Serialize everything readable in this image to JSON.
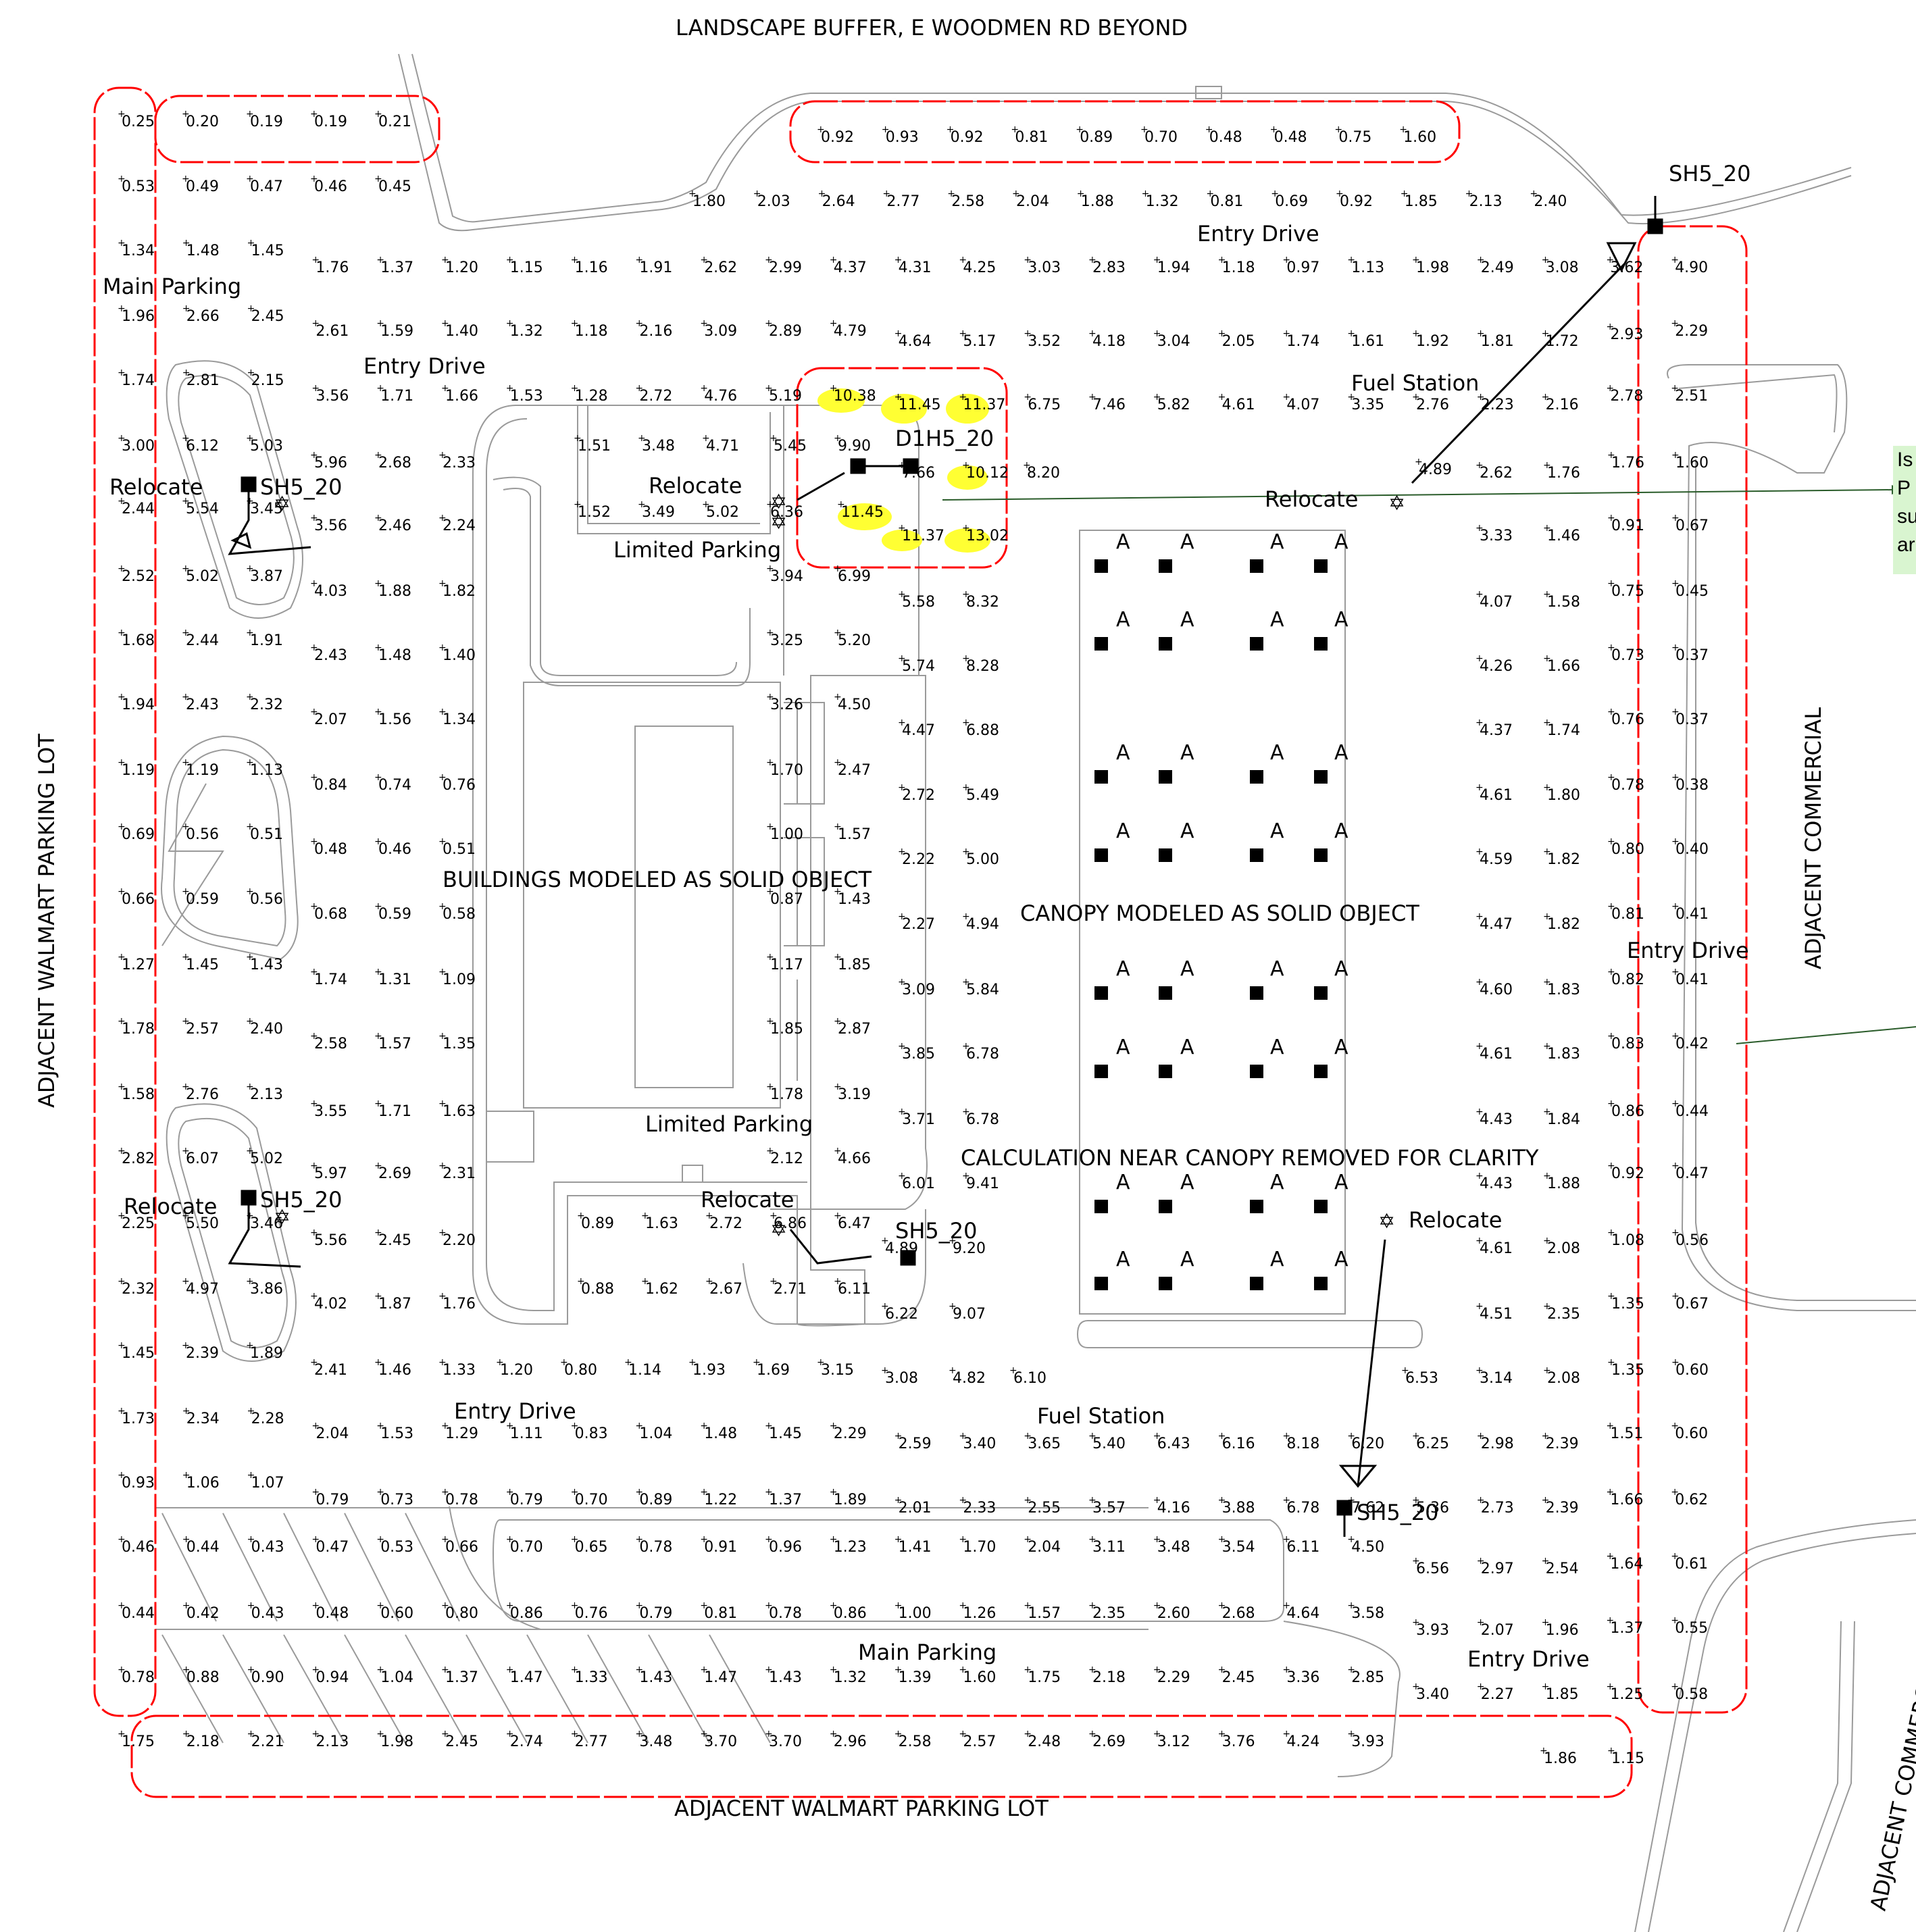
{
  "labels": {
    "top_border": "LANDSCAPE BUFFER, E WOODMEN RD BEYOND",
    "bottom_border": "ADJACENT WALMART PARKING LOT",
    "left_border": "ADJACENT WALMART PARKING LOT",
    "right_border": "ADJACENT COMMERCIAL",
    "bottom_right": "ADJACENT COMMERCIAL",
    "buildings": "BUILDINGS MODELED AS SOLID OBJECT",
    "canopy": "CANOPY MODELED AS SOLID OBJECT",
    "calc_note": "CALCULATION NEAR CANOPY REMOVED FOR CLARITY"
  },
  "areas": [
    {
      "text": "Main Parking"
    },
    {
      "text": "Entry Drive"
    },
    {
      "text": "Entry Drive"
    },
    {
      "text": "Fuel Station"
    },
    {
      "text": "Relocate"
    },
    {
      "text": "Relocate"
    },
    {
      "text": "Relocate"
    },
    {
      "text": "Limited Parking"
    },
    {
      "text": "Limited Parking"
    },
    {
      "text": "Relocate"
    },
    {
      "text": "Relocate"
    },
    {
      "text": "Relocate"
    },
    {
      "text": "Entry Drive"
    },
    {
      "text": "Fuel Station"
    },
    {
      "text": "Main Parking"
    },
    {
      "text": "Entry Drive"
    },
    {
      "text": "Entry Drive"
    }
  ],
  "fixtures": [
    {
      "text": "SH5_20"
    },
    {
      "text": "SH5_20"
    },
    {
      "text": "D1H5_20"
    },
    {
      "text": "SH5_20"
    },
    {
      "text": "SH5_20"
    },
    {
      "text": "SH5_20"
    }
  ],
  "callout": {
    "lines": [
      "Is",
      "P",
      "su",
      "ar"
    ]
  },
  "values": {
    "r1": [
      "0.25",
      "0.20",
      "0.19",
      "0.19",
      "0.21"
    ],
    "r1b": [
      "0.92",
      "0.93",
      "0.92",
      "0.81",
      "0.89",
      "0.70",
      "0.48",
      "0.48",
      "0.75",
      "1.60"
    ],
    "r2": [
      "0.53",
      "0.49",
      "0.47",
      "0.46",
      "0.45"
    ],
    "r2b": [
      "1.80",
      "2.03",
      "2.64",
      "2.77",
      "2.58",
      "2.04",
      "1.88",
      "1.32",
      "0.81",
      "0.69",
      "0.92",
      "1.85",
      "2.13",
      "2.40"
    ],
    "r3": [
      "1.34",
      "1.48",
      "1.45",
      "1.76",
      "1.37",
      "1.20",
      "1.15",
      "1.16",
      "1.91",
      "2.62",
      "2.99",
      "4.37",
      "4.31",
      "4.25",
      "3.03",
      "2.83",
      "1.94",
      "1.18",
      "0.97",
      "1.13",
      "1.98",
      "2.49",
      "3.08",
      "3.62",
      "4.90"
    ],
    "r4": [
      "1.96",
      "2.66",
      "2.45",
      "2.61",
      "1.59",
      "1.40",
      "1.32",
      "1.18",
      "2.16",
      "3.09",
      "2.89",
      "4.79",
      "4.64",
      "5.17",
      "3.52",
      "4.18",
      "3.04",
      "2.05",
      "1.74",
      "1.61",
      "1.92",
      "1.81",
      "1.72",
      "2.93",
      "2.29"
    ],
    "r5": [
      "1.74",
      "2.81",
      "2.15",
      "3.56",
      "1.71",
      "1.66",
      "1.53",
      "1.28",
      "2.72",
      "4.76",
      "5.19",
      "10.38",
      "11.45",
      "11.37",
      "6.75",
      "7.46",
      "5.82",
      "4.61",
      "4.07",
      "3.35",
      "2.76",
      "2.23",
      "2.16",
      "2.78",
      "2.51"
    ],
    "r6": [
      "3.00",
      "6.12",
      "5.03",
      "5.96",
      "2.68",
      "2.33",
      "1.51",
      "3.48",
      "4.71",
      "5.45",
      "9.90",
      "7.66",
      "10.12",
      "8.20",
      "4.89",
      "2.62",
      "1.76",
      "1.76",
      "1.60"
    ],
    "r7": [
      "2.44",
      "5.54",
      "3.45",
      "3.56",
      "2.46",
      "2.24",
      "1.52",
      "3.49",
      "5.02",
      "6.36",
      "11.45",
      "0.91",
      "0.67"
    ],
    "r7b": [
      "11.37",
      "13.02",
      "3.33",
      "1.46"
    ],
    "r8": [
      "2.52",
      "5.02",
      "3.87",
      "4.03",
      "1.88",
      "1.82",
      "3.94",
      "6.99",
      "5.58",
      "8.32",
      "4.07",
      "1.58",
      "0.75",
      "0.45"
    ],
    "r9": [
      "1.68",
      "2.44",
      "1.91",
      "2.43",
      "1.48",
      "1.40",
      "3.25",
      "5.20",
      "5.74",
      "8.28",
      "4.26",
      "1.66",
      "0.73",
      "0.37"
    ],
    "r10": [
      "1.94",
      "2.43",
      "2.32",
      "2.07",
      "1.56",
      "1.34",
      "3.26",
      "4.50",
      "4.47",
      "6.88",
      "4.37",
      "1.74",
      "0.76",
      "0.37"
    ],
    "r11": [
      "1.19",
      "1.19",
      "1.13",
      "0.84",
      "0.74",
      "0.76",
      "1.70",
      "2.47",
      "2.72",
      "5.49",
      "4.61",
      "1.80",
      "0.78",
      "0.38"
    ],
    "r12": [
      "0.69",
      "0.56",
      "0.51",
      "0.48",
      "0.46",
      "0.51",
      "1.00",
      "1.57",
      "2.22",
      "5.00",
      "4.59",
      "1.82",
      "0.80",
      "0.40"
    ],
    "r13": [
      "0.66",
      "0.59",
      "0.56",
      "0.68",
      "0.59",
      "0.58",
      "0.87",
      "1.43",
      "2.27",
      "4.94",
      "4.47",
      "1.82",
      "0.81",
      "0.41"
    ],
    "r14": [
      "1.27",
      "1.45",
      "1.43",
      "1.74",
      "1.31",
      "1.09",
      "1.17",
      "1.85",
      "3.09",
      "5.84",
      "4.60",
      "1.83",
      "0.82",
      "0.41"
    ],
    "r15": [
      "1.78",
      "2.57",
      "2.40",
      "2.58",
      "1.57",
      "1.35",
      "1.85",
      "2.87",
      "3.85",
      "6.78",
      "4.61",
      "1.83",
      "0.83",
      "0.42"
    ],
    "r16": [
      "1.58",
      "2.76",
      "2.13",
      "3.55",
      "1.71",
      "1.63",
      "1.78",
      "3.19",
      "3.71",
      "6.78",
      "4.43",
      "1.84",
      "0.86",
      "0.44"
    ],
    "r17": [
      "2.82",
      "6.07",
      "5.02",
      "5.97",
      "2.69",
      "2.31",
      "2.12",
      "4.66",
      "6.01",
      "9.41",
      "4.43",
      "1.88",
      "0.92",
      "0.47"
    ],
    "r18": [
      "2.25",
      "5.50",
      "3.46",
      "5.56",
      "2.45",
      "2.20",
      "0.89",
      "1.63",
      "2.72",
      "6.86",
      "6.47",
      "4.89",
      "9.20",
      "4.61",
      "2.08",
      "1.08",
      "0.56"
    ],
    "r19": [
      "2.32",
      "4.97",
      "3.86",
      "4.02",
      "1.87",
      "1.76",
      "0.88",
      "1.62",
      "2.67",
      "2.71",
      "6.11",
      "6.22",
      "9.07",
      "4.51",
      "2.35",
      "1.35",
      "0.67"
    ],
    "r20": [
      "1.45",
      "2.39",
      "1.89",
      "2.41",
      "1.46",
      "1.33",
      "1.20",
      "0.80",
      "1.14",
      "1.93",
      "1.69",
      "3.15",
      "3.08",
      "4.82",
      "6.10",
      "6.53",
      "3.14",
      "2.08",
      "1.35",
      "0.60"
    ],
    "r21": [
      "1.73",
      "2.34",
      "2.28",
      "2.04",
      "1.53",
      "1.29",
      "1.11",
      "0.83",
      "1.04",
      "1.48",
      "1.45",
      "2.29",
      "2.59",
      "3.40",
      "3.65",
      "5.40",
      "6.43",
      "6.16",
      "8.18",
      "6.20",
      "6.25",
      "2.98",
      "2.39",
      "1.51",
      "0.60"
    ],
    "r22": [
      "0.93",
      "1.06",
      "1.07",
      "0.79",
      "0.73",
      "0.78",
      "0.79",
      "0.70",
      "0.89",
      "1.22",
      "1.37",
      "1.89",
      "2.01",
      "2.33",
      "2.55",
      "3.57",
      "4.16",
      "3.88",
      "6.78",
      "7.62",
      "5.36",
      "2.73",
      "2.39",
      "1.66",
      "0.62"
    ],
    "r23": [
      "0.46",
      "0.44",
      "0.43",
      "0.47",
      "0.53",
      "0.66",
      "0.70",
      "0.65",
      "0.78",
      "0.91",
      "0.96",
      "1.23",
      "1.41",
      "1.70",
      "2.04",
      "3.11",
      "3.48",
      "3.54",
      "6.11",
      "4.50",
      "6.56",
      "2.97",
      "2.54",
      "1.64",
      "0.61"
    ],
    "r24": [
      "0.44",
      "0.42",
      "0.43",
      "0.48",
      "0.60",
      "0.80",
      "0.86",
      "0.76",
      "0.79",
      "0.81",
      "0.78",
      "0.86",
      "1.00",
      "1.26",
      "1.57",
      "2.35",
      "2.60",
      "2.68",
      "4.64",
      "3.58",
      "3.93",
      "2.07",
      "1.96",
      "1.37",
      "0.55"
    ],
    "r25": [
      "0.78",
      "0.88",
      "0.90",
      "0.94",
      "1.04",
      "1.37",
      "1.47",
      "1.33",
      "1.43",
      "1.47",
      "1.43",
      "1.32",
      "1.39",
      "1.60",
      "1.75",
      "2.18",
      "2.29",
      "2.45",
      "3.36",
      "2.85",
      "3.40",
      "2.27",
      "1.85",
      "1.25",
      "0.58"
    ],
    "r26": [
      "1.75",
      "2.18",
      "2.21",
      "2.13",
      "1.98",
      "2.45",
      "2.74",
      "2.77",
      "3.48",
      "3.70",
      "3.70",
      "2.96",
      "2.58",
      "2.57",
      "2.48",
      "2.69",
      "3.12",
      "3.76",
      "4.24",
      "3.93",
      "1.86",
      "1.15"
    ]
  },
  "highlight_color": "#ffff33",
  "revision_cloud_color": "#ff0000",
  "callout_color": "#d9f5d0"
}
